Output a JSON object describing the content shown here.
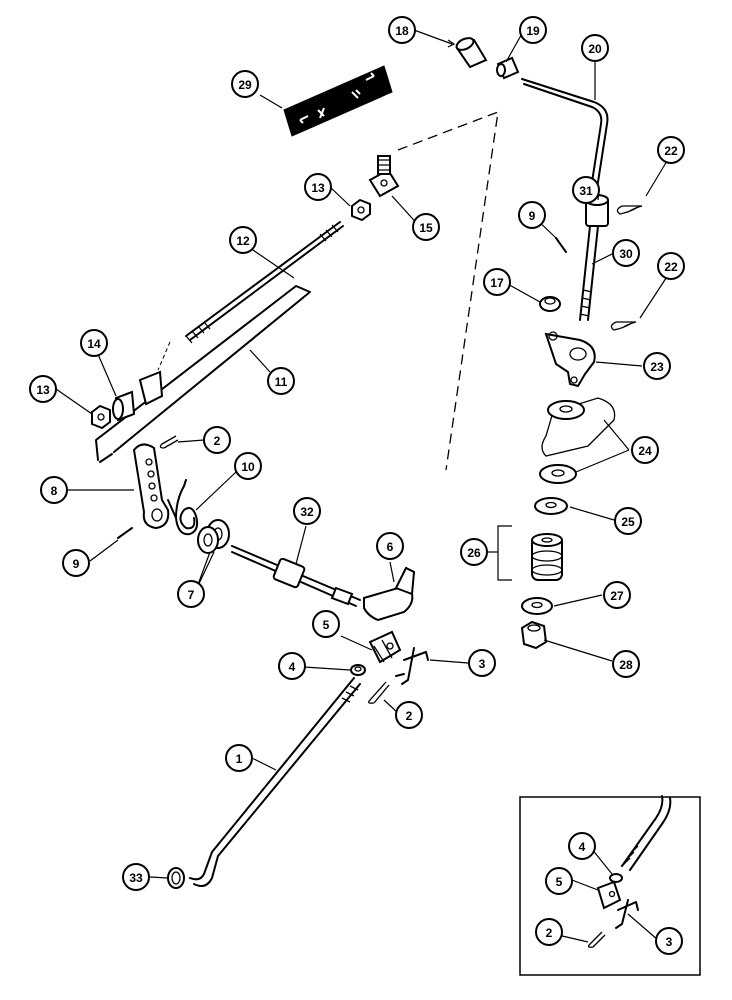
{
  "callouts": [
    {
      "id": "c18",
      "label": "18"
    },
    {
      "id": "c19",
      "label": "19"
    },
    {
      "id": "c20",
      "label": "20"
    },
    {
      "id": "c29",
      "label": "29"
    },
    {
      "id": "c13a",
      "label": "13"
    },
    {
      "id": "c15",
      "label": "15"
    },
    {
      "id": "c22a",
      "label": "22"
    },
    {
      "id": "c31",
      "label": "31"
    },
    {
      "id": "c9a",
      "label": "9"
    },
    {
      "id": "c12",
      "label": "12"
    },
    {
      "id": "c30",
      "label": "30"
    },
    {
      "id": "c17",
      "label": "17"
    },
    {
      "id": "c22b",
      "label": "22"
    },
    {
      "id": "c14",
      "label": "14"
    },
    {
      "id": "c11",
      "label": "11"
    },
    {
      "id": "c23",
      "label": "23"
    },
    {
      "id": "c13b",
      "label": "13"
    },
    {
      "id": "c2a",
      "label": "2"
    },
    {
      "id": "c24",
      "label": "24"
    },
    {
      "id": "c10",
      "label": "10"
    },
    {
      "id": "c8",
      "label": "8"
    },
    {
      "id": "c32",
      "label": "32"
    },
    {
      "id": "c25",
      "label": "25"
    },
    {
      "id": "c26",
      "label": "26"
    },
    {
      "id": "c6",
      "label": "6"
    },
    {
      "id": "c9b",
      "label": "9"
    },
    {
      "id": "c7",
      "label": "7"
    },
    {
      "id": "c27",
      "label": "27"
    },
    {
      "id": "c5a",
      "label": "5"
    },
    {
      "id": "c3a",
      "label": "3"
    },
    {
      "id": "c4a",
      "label": "4"
    },
    {
      "id": "c28",
      "label": "28"
    },
    {
      "id": "c2b",
      "label": "2"
    },
    {
      "id": "c1",
      "label": "1"
    },
    {
      "id": "c33",
      "label": "33"
    },
    {
      "id": "c4b",
      "label": "4"
    },
    {
      "id": "c5b",
      "label": "5"
    },
    {
      "id": "c2c",
      "label": "2"
    },
    {
      "id": "c3b",
      "label": "3"
    }
  ]
}
